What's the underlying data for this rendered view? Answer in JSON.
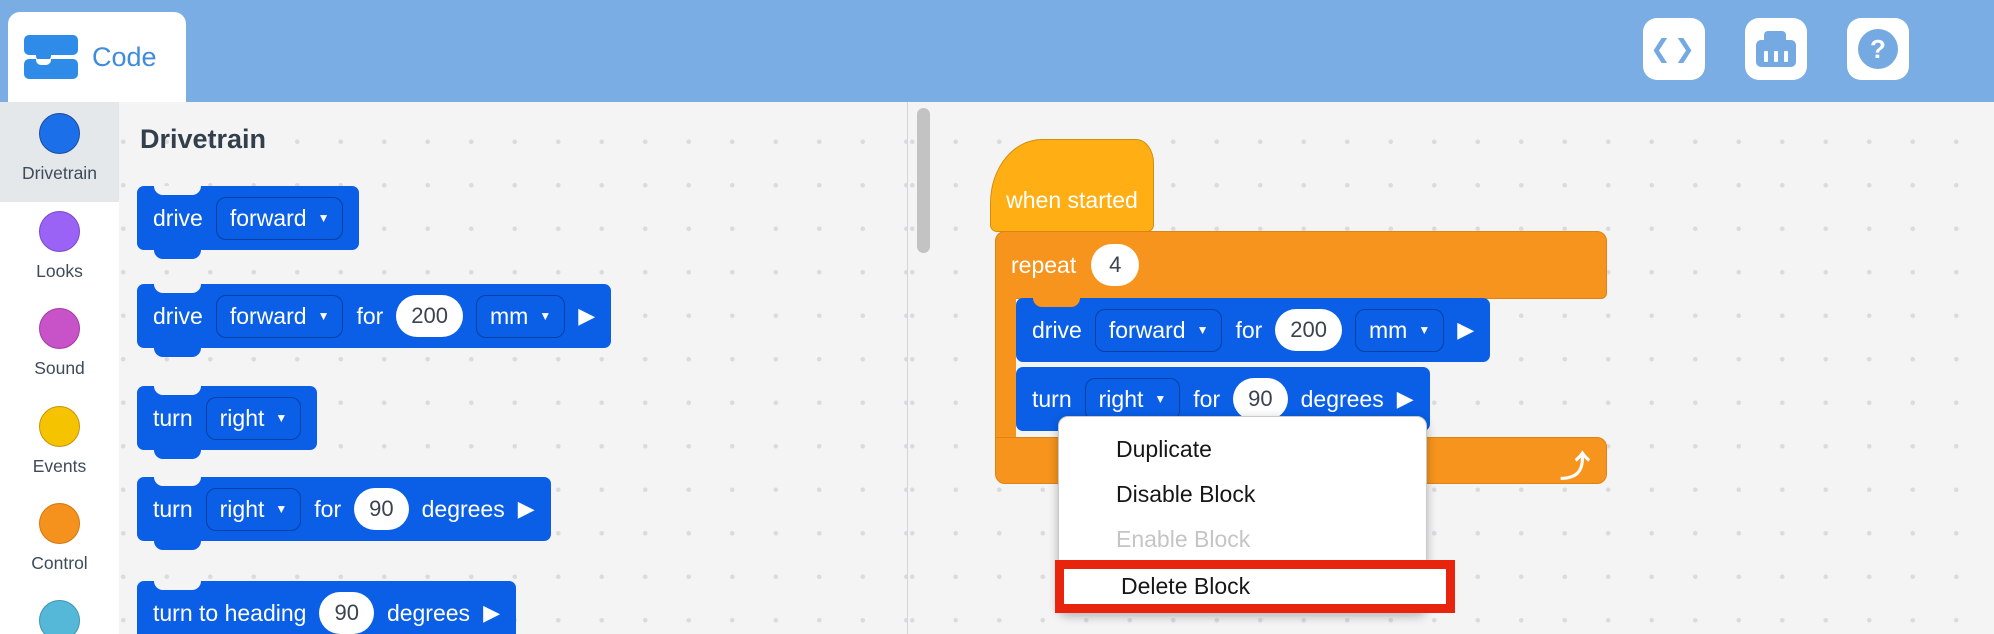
{
  "colors": {
    "topbar_blue": "#79ADE4",
    "block_blue": "#0A5FE6",
    "hat_gold": "#FFAF14",
    "control_orange": "#F7941D",
    "annotation_red": "#E8250C",
    "selected_item_bg": "#E4E8EB"
  },
  "icons": {
    "caret": "▼",
    "play": "▶",
    "loop": "⤴"
  },
  "topbar": {
    "tab_label": "Code",
    "buttons": [
      {
        "name": "code-view",
        "glyph": "❮❯"
      },
      {
        "name": "brain"
      },
      {
        "name": "help",
        "glyph": "?"
      }
    ]
  },
  "sidebar": {
    "items": [
      {
        "label": "Drivetrain",
        "color": "#1B6FE8",
        "selected": true
      },
      {
        "label": "Looks",
        "color": "#9A63F5",
        "selected": false
      },
      {
        "label": "Sound",
        "color": "#C853C8",
        "selected": false
      },
      {
        "label": "Events",
        "color": "#F5C300",
        "selected": false
      },
      {
        "label": "Control",
        "color": "#F5921E",
        "selected": false
      },
      {
        "label": "",
        "color": "#56B8D9",
        "selected": false
      }
    ]
  },
  "palette": {
    "heading": "Drivetrain",
    "block1": {
      "w1": "drive",
      "dd1": "forward"
    },
    "block2": {
      "w1": "drive",
      "dd1": "forward",
      "w2": "for",
      "num": "200",
      "dd2": "mm"
    },
    "block3": {
      "w1": "turn",
      "dd1": "right"
    },
    "block4": {
      "w1": "turn",
      "dd1": "right",
      "w2": "for",
      "num": "90",
      "w3": "degrees"
    },
    "block5": {
      "w1": "turn to heading",
      "num": "90",
      "w2": "degrees"
    }
  },
  "workspace": {
    "hat_label": "when started",
    "repeat_label": "repeat",
    "repeat_count": "4",
    "drive": {
      "w1": "drive",
      "dd1": "forward",
      "w2": "for",
      "num": "200",
      "dd2": "mm"
    },
    "turn": {
      "w1": "turn",
      "dd1": "right",
      "w2": "for",
      "num": "90",
      "w3": "degrees"
    },
    "menu": {
      "items": [
        {
          "label": "Duplicate",
          "enabled": true
        },
        {
          "label": "Disable Block",
          "enabled": true
        },
        {
          "label": "Enable Block",
          "enabled": false
        },
        {
          "label": "Delete Block",
          "enabled": true,
          "annotated": true
        }
      ]
    }
  }
}
